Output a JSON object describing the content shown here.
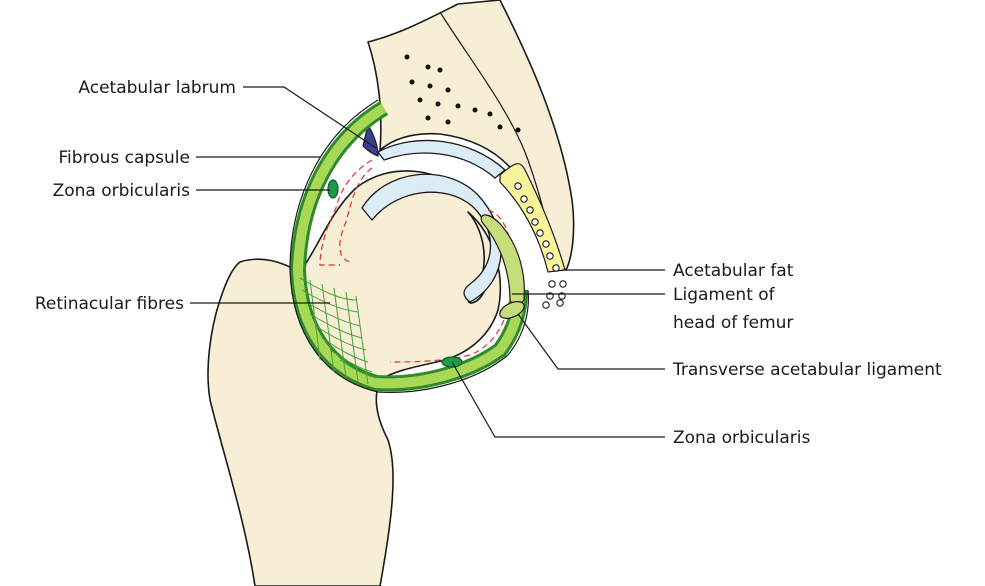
{
  "labels": {
    "acetabular_labrum": "Acetabular labrum",
    "fibrous_capsule": "Fibrous capsule",
    "zona_orbicularis_left": "Zona orbicularis",
    "retinacular_fibres": "Retinacular fibres",
    "acetabular_fat": "Acetabular fat",
    "ligament_head_line1": "Ligament of",
    "ligament_head_line2": "head of femur",
    "transverse_acetabular_ligament": "Transverse acetabular ligament",
    "zona_orbicularis_bottom": "Zona orbicularis"
  },
  "colors": {
    "bone": "#f8eed5",
    "capsule_dark": "#2f8a2b",
    "capsule_light": "#a7d957",
    "cartilage": "#dcecf7",
    "synovial_membrane": "#e0302e",
    "fat": "#fbf39a",
    "labrum": "#3b3f8f",
    "ligament_head": "#c7dd7a"
  }
}
